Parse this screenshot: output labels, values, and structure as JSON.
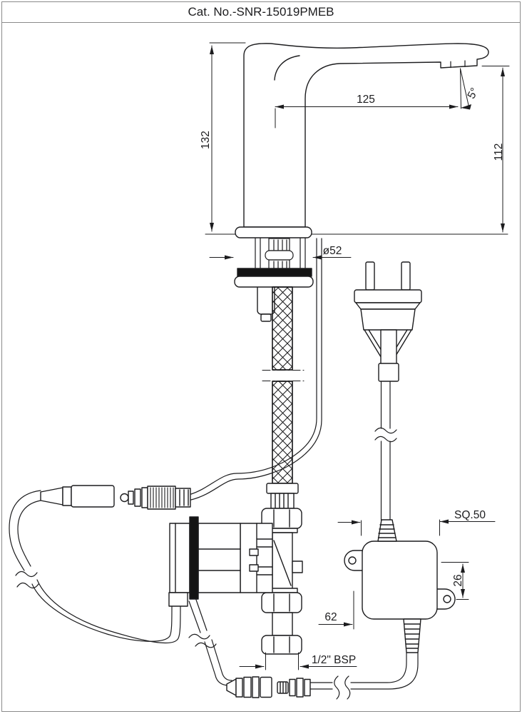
{
  "sheet": {
    "title": "Cat. No.-SNR-15019PMEB",
    "type": "technical-dimension-drawing",
    "subject": "sensor faucet with braided inlet hose, solenoid valve, control box and power plug"
  },
  "annotations": {
    "body_height": "132",
    "spout_reach": "125",
    "spout_angle": "5°",
    "outlet_height": "112",
    "base_diameter": "ø52",
    "control_box_square": "SQ.50",
    "ear_offset": "26",
    "box_offset": "62",
    "inlet_thread": "1/2\" BSP"
  }
}
